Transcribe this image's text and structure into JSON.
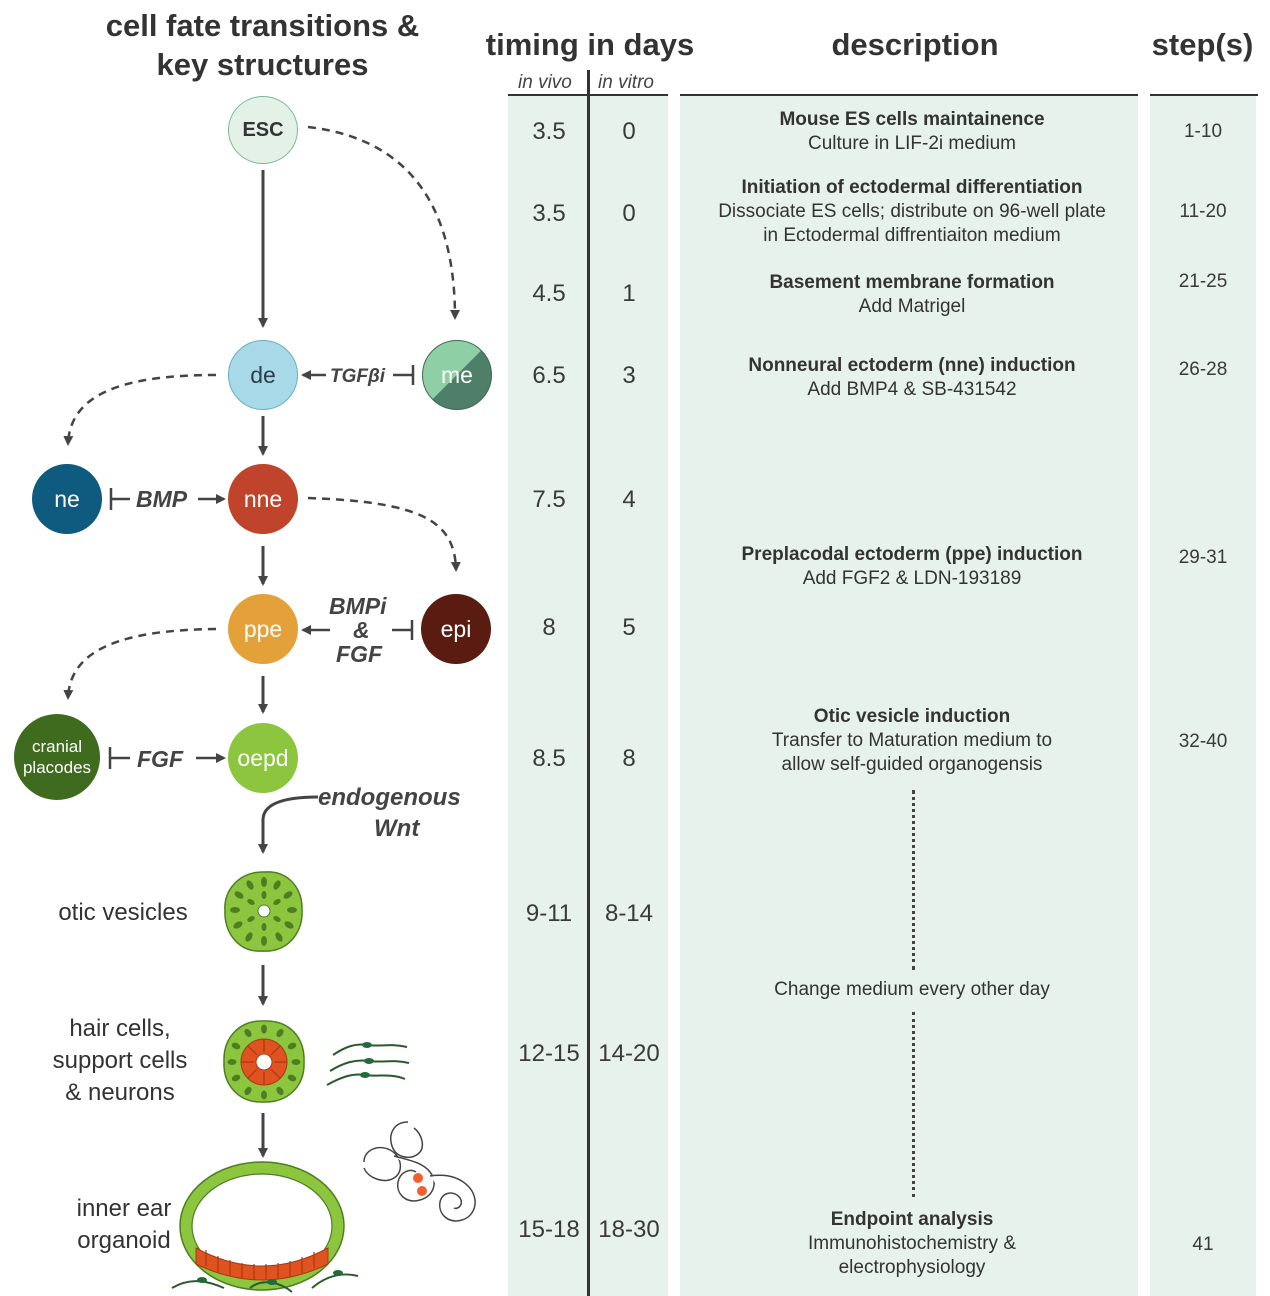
{
  "headers": {
    "left_line1": "cell fate transitions &",
    "left_line2": "key structures",
    "timing": "timing in days",
    "description": "description",
    "steps": "step(s)",
    "in_vivo": "in vivo",
    "in_vitro": "in vitro"
  },
  "cells": {
    "esc": "ESC",
    "de": "de",
    "me": "me",
    "ne": "ne",
    "nne": "nne",
    "ppe": "ppe",
    "epi": "epi",
    "oepd": "oepd",
    "cranial_1": "cranial",
    "cranial_2": "placodes"
  },
  "signals": {
    "tgf": "TGFβi",
    "bmp": "BMP",
    "bmpi": "BMPi",
    "amp": "&",
    "fgf_ppe": "FGF",
    "fgf_oepd": "FGF",
    "endogenous": "endogenous",
    "wnt": "Wnt"
  },
  "structures": {
    "otic": "otic vesicles",
    "hair_1": "hair cells,",
    "hair_2": "support cells",
    "hair_3": "& neurons",
    "inner_1": "inner ear",
    "inner_2": "organoid"
  },
  "timing_rows": [
    {
      "vivo": "3.5",
      "vitro": "0"
    },
    {
      "vivo": "3.5",
      "vitro": "0"
    },
    {
      "vivo": "4.5",
      "vitro": "1"
    },
    {
      "vivo": "6.5",
      "vitro": "3"
    },
    {
      "vivo": "7.5",
      "vitro": "4"
    },
    {
      "vivo": "8",
      "vitro": "5"
    },
    {
      "vivo": "8.5",
      "vitro": "8"
    },
    {
      "vivo": "9-11",
      "vitro": "8-14"
    },
    {
      "vivo": "12-15",
      "vitro": "14-20"
    },
    {
      "vivo": "15-18",
      "vitro": "18-30"
    }
  ],
  "descriptions": [
    {
      "title": "Mouse ES cells maintainence",
      "lines": [
        "Culture in LIF-2i medium"
      ],
      "steps": "1-10"
    },
    {
      "title": "Initiation of ectodermal differentiation",
      "lines": [
        "Dissociate ES cells; distribute on 96-well plate",
        "in Ectodermal diffrentiaiton medium"
      ],
      "steps": "11-20"
    },
    {
      "title": "Basement membrane formation",
      "lines": [
        "Add Matrigel"
      ],
      "steps": "21-25"
    },
    {
      "title": "Nonneural ectoderm (nne) induction",
      "lines": [
        "Add BMP4 & SB-431542"
      ],
      "steps": "26-28"
    },
    {
      "title": "Preplacodal ectoderm (ppe) induction",
      "lines": [
        "Add FGF2 & LDN-193189"
      ],
      "steps": "29-31"
    },
    {
      "title": "Otic vesicle induction",
      "lines": [
        "Transfer to Maturation medium to",
        "allow self-guided organogensis"
      ],
      "steps": "32-40"
    },
    {
      "title": "",
      "lines": [
        "Change medium every other day"
      ],
      "steps": ""
    },
    {
      "title": "Endpoint analysis",
      "lines": [
        "Immunohistochemistry &",
        "electrophysiology"
      ],
      "steps": "41"
    }
  ],
  "colors": {
    "band": "#e7f2ec",
    "esc": "#e3f1e7",
    "de": "#a8d9e8",
    "me_light": "#8fcfa6",
    "me_dark": "#4f7f68",
    "ne": "#0f5a7f",
    "nne": "#c0442b",
    "ppe": "#e4a13a",
    "epi": "#5a1b10",
    "oepd": "#8cc63f",
    "cranial": "#3f6b1f",
    "hair_cell": "#e0521f",
    "tissue": "#8cc63f"
  }
}
